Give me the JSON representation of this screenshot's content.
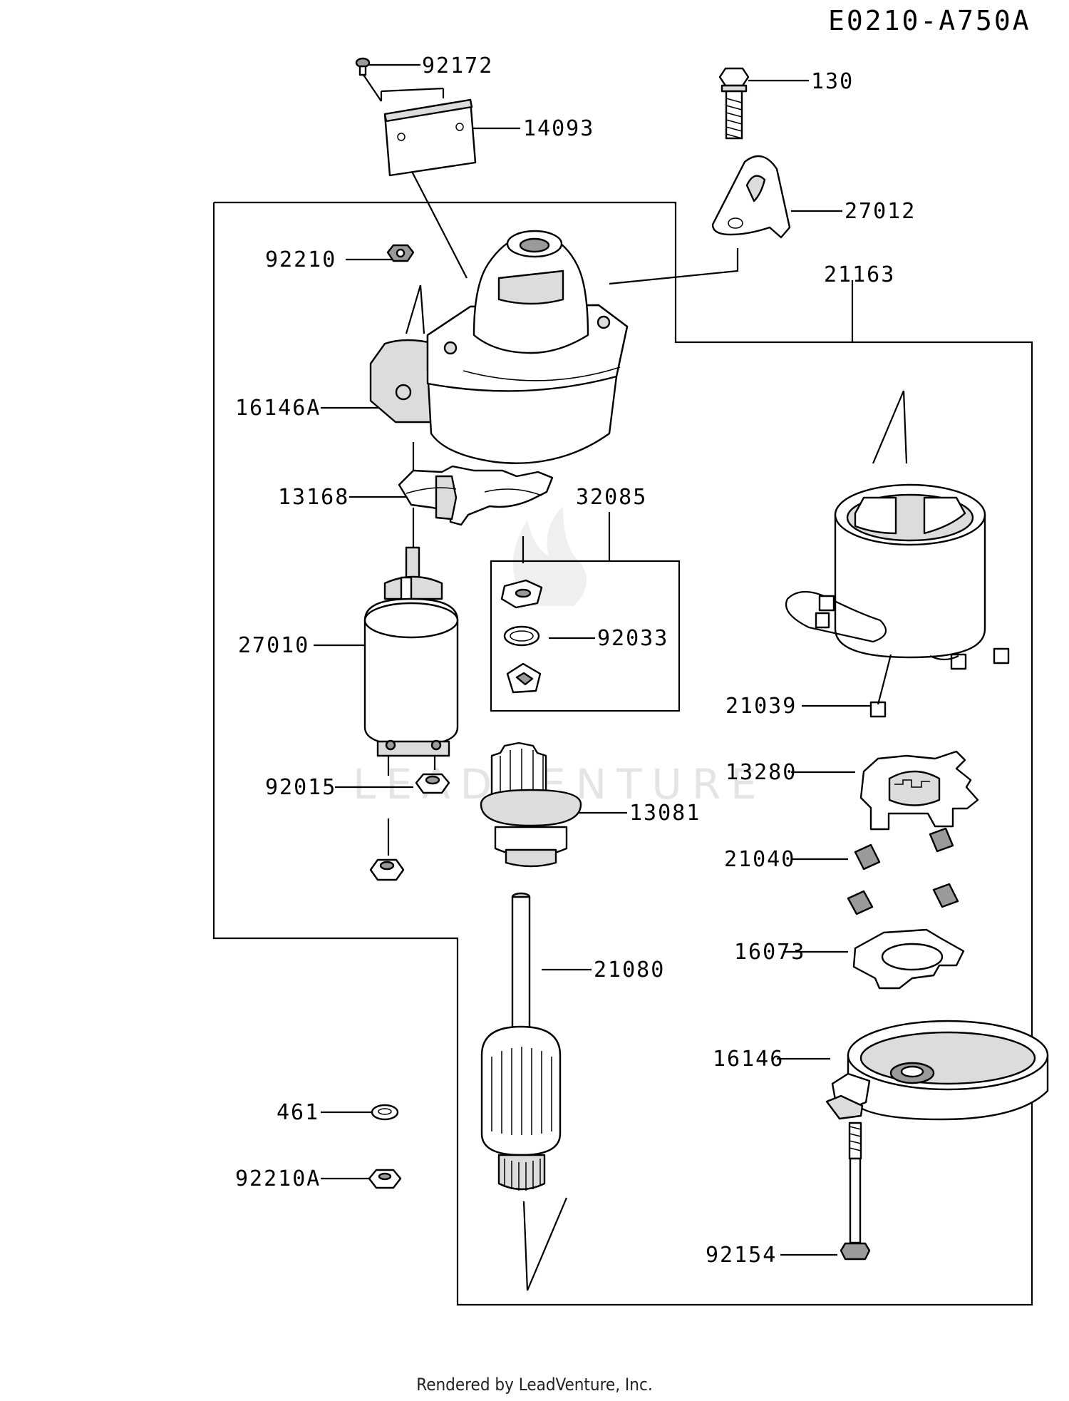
{
  "diagram_code": "E0210-A750A",
  "watermark": "LEADVENTURE",
  "footer": "Rendered by LeadVenture, Inc.",
  "parts": {
    "p92172": "92172",
    "p14093": "14093",
    "p130": "130",
    "p27012": "27012",
    "p92210": "92210",
    "p21163": "21163",
    "p16146A": "16146A",
    "p13168": "13168",
    "p32085": "32085",
    "p27010": "27010",
    "p92033": "92033",
    "p21039": "21039",
    "p13280": "13280",
    "p92015": "92015",
    "p13081": "13081",
    "p21040": "21040",
    "p16073": "16073",
    "p21080": "21080",
    "p16146": "16146",
    "p461": "461",
    "p92210A": "92210A",
    "p92154": "92154"
  }
}
